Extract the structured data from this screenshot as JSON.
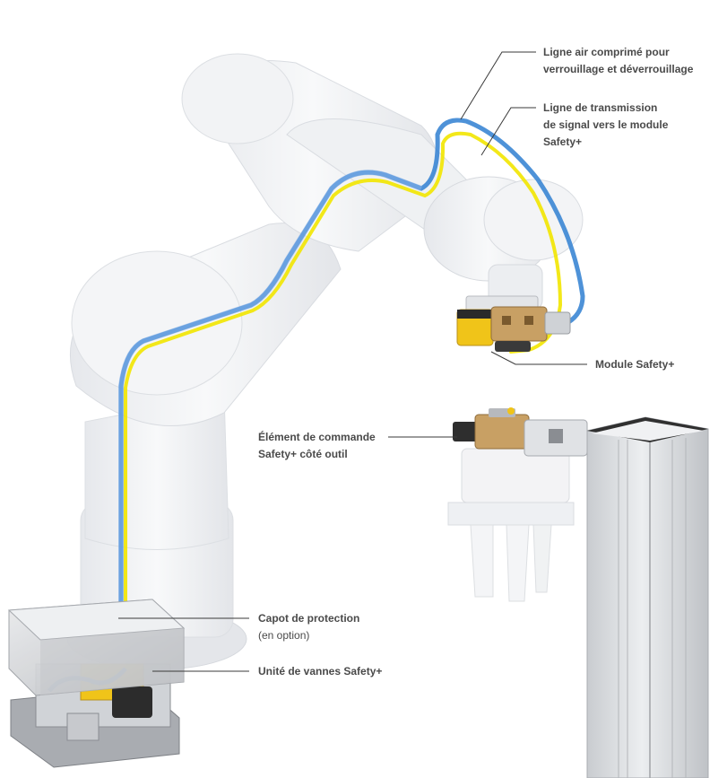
{
  "callouts": {
    "air_line": {
      "lines": [
        "Ligne air comprimé pour",
        "verrouillage et déverrouillage"
      ]
    },
    "signal_line": {
      "lines": [
        "Ligne de transmission",
        "de signal vers le module",
        "Safety+"
      ]
    },
    "module": {
      "lines": [
        "Module Safety+"
      ]
    },
    "tool_control": {
      "lines": [
        "Élément de commande",
        "Safety+ côté outil"
      ]
    },
    "cover": {
      "lines": [
        "Capot de protection"
      ],
      "note": "(en option)"
    },
    "valve_unit": {
      "lines": [
        "Unité de vannes Safety+"
      ]
    }
  },
  "colors": {
    "text": "#4a4a4a",
    "leader": "#3a3a3a",
    "robot_body": "#eceef1",
    "air_line": "#2f7fd1",
    "signal_line": "#f2e600",
    "module_yellow": "#f0c419",
    "module_brass": "#c8a064",
    "column": "#d5d7da"
  }
}
